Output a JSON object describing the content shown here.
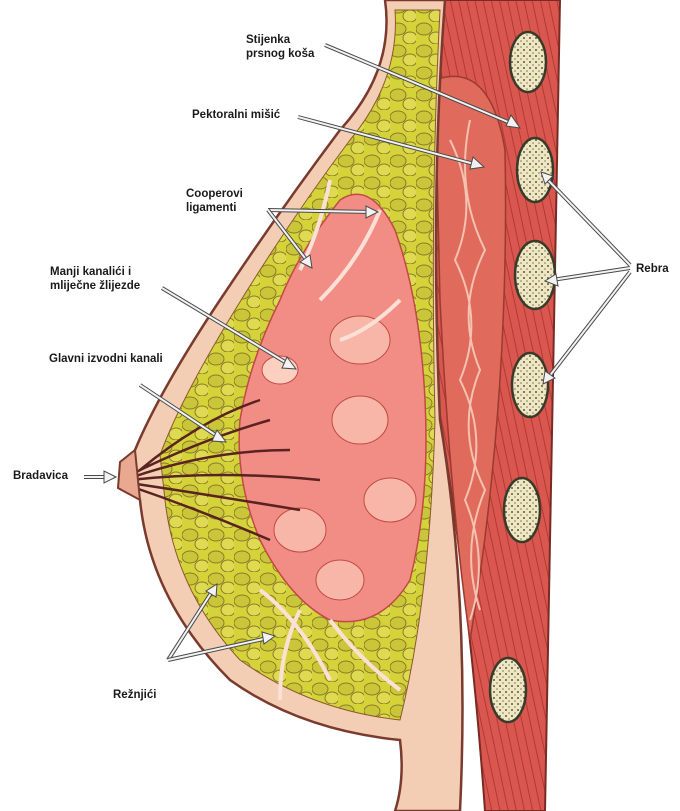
{
  "labels": {
    "chest_wall": [
      "Stijenka",
      "prsnog koša"
    ],
    "pectoral_muscle": "Pektoralni mišić",
    "cooper_ligaments": [
      "Cooperovi",
      "ligamenti"
    ],
    "minor_ducts": [
      "Manji kanalići i",
      "mliječne žlijezde"
    ],
    "main_ducts": "Glavni izvodni kanali",
    "nipple": "Bradavica",
    "ribs": "Rebra",
    "lobules": "Režnjići"
  },
  "colors": {
    "background": "#ffffff",
    "skin": "#f3cdb4",
    "skin_edge": "#7a3a2e",
    "fat": "#d9d63a",
    "fat_lobule": "#c7c53a",
    "gland": "#f28d86",
    "gland_light": "#f7b6a8",
    "ligament": "#fbe0d5",
    "duct": "#5a2220",
    "muscle": "#d9574e",
    "muscle_dark": "#b13a34",
    "rib": "#efe6c2",
    "rib_dots": "#5a5a4a",
    "arrow": "#f2f2f2",
    "arrow_outline": "#4a4a4a",
    "label": "#1a1a1a"
  }
}
